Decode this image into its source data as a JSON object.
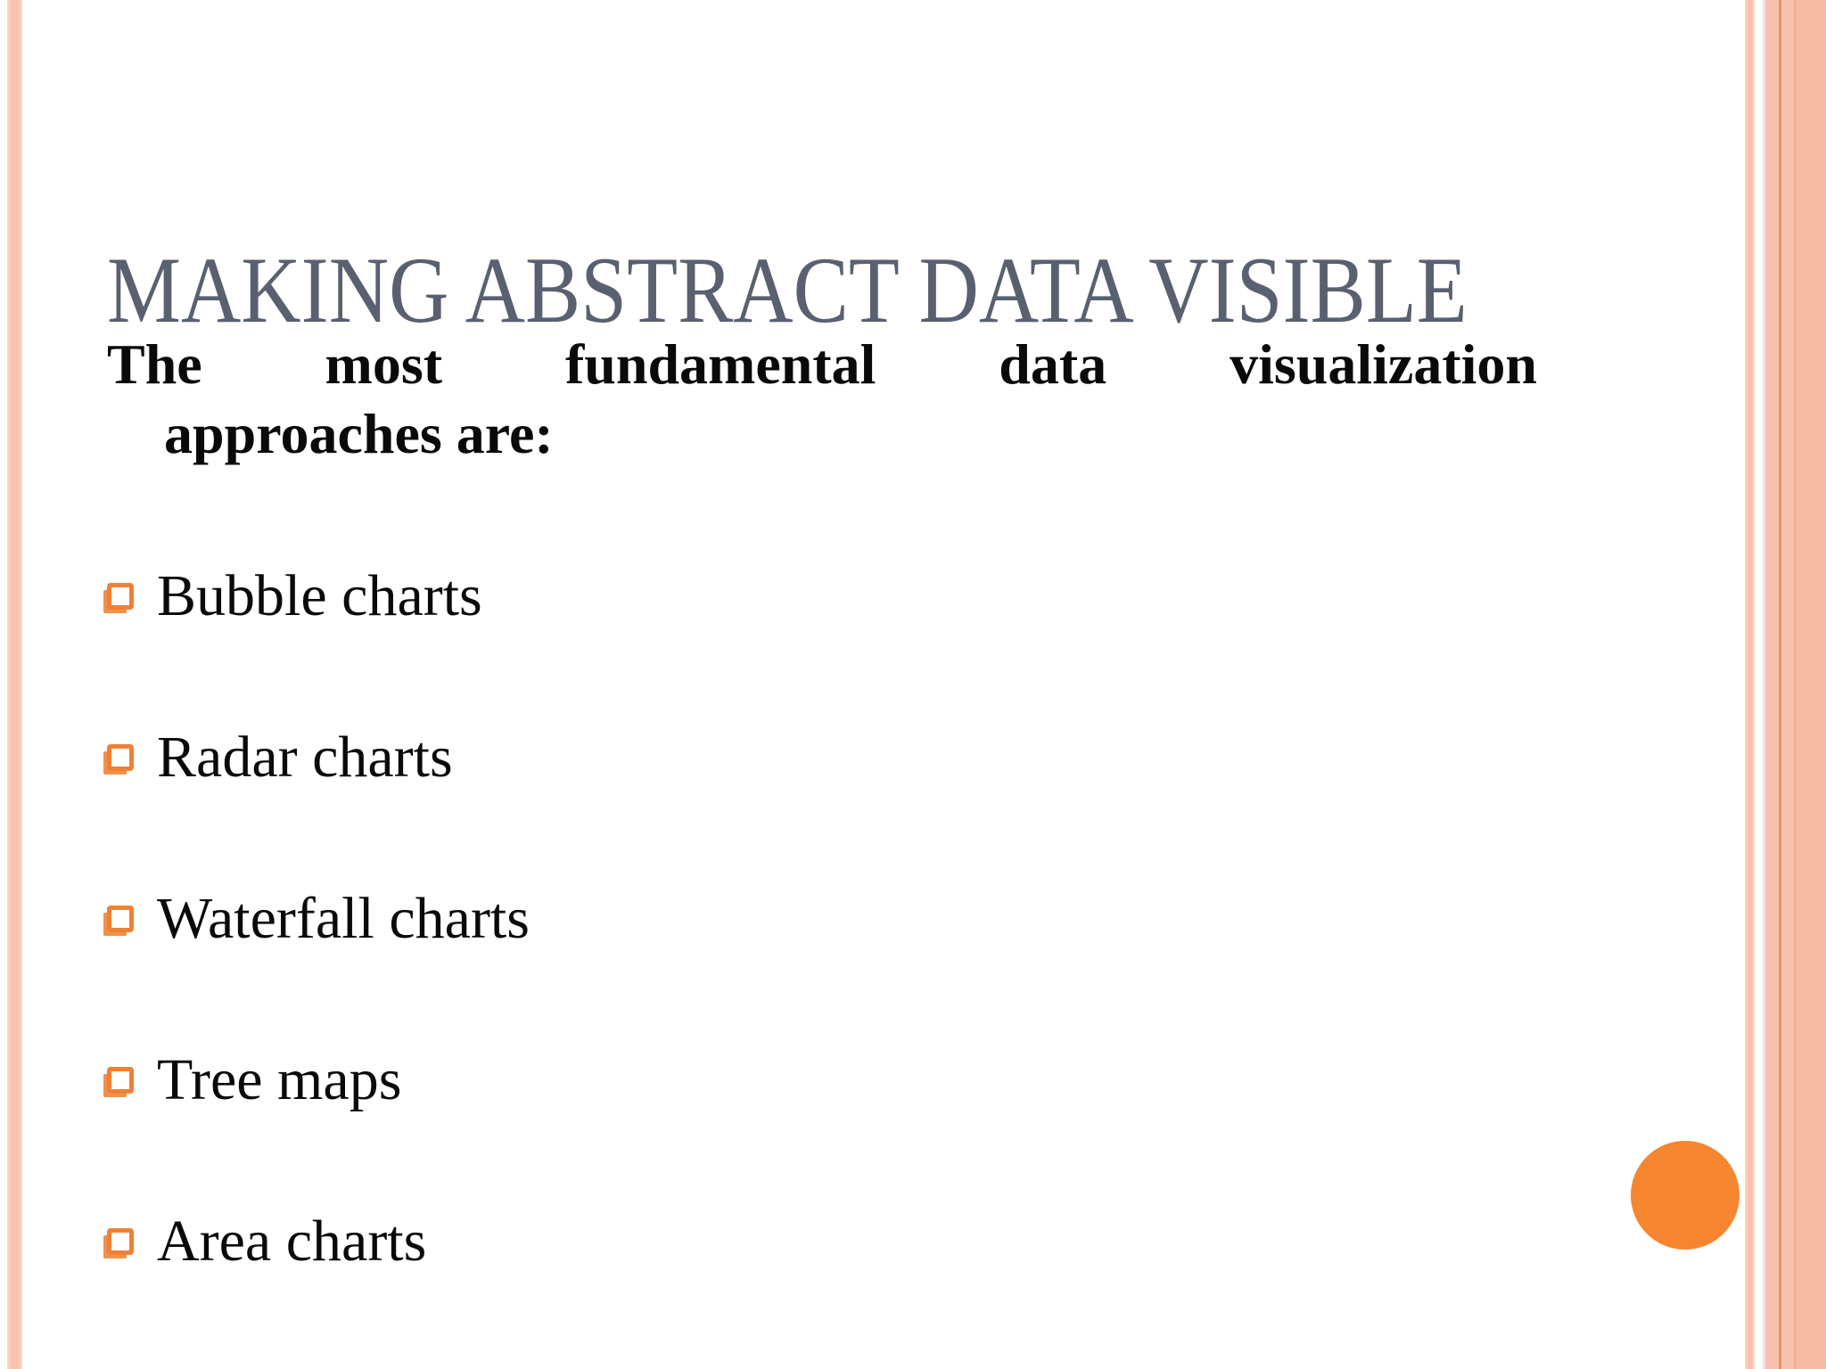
{
  "slide": {
    "title": "MAKING ABSTRACT DATA VISIBLE",
    "intro": {
      "line1": "The most fundamental data visualization",
      "line2": "approaches are:"
    },
    "bullets": [
      {
        "label": "Bubble charts"
      },
      {
        "label": "Radar charts"
      },
      {
        "label": "Waterfall charts"
      },
      {
        "label": "Tree maps"
      },
      {
        "label": "Area charts"
      }
    ],
    "colors": {
      "accent_orange": "#EE8135",
      "circle_orange": "#F5862F",
      "stripe_salmon": "#F8C3AE",
      "title_gray": "#596070"
    }
  }
}
